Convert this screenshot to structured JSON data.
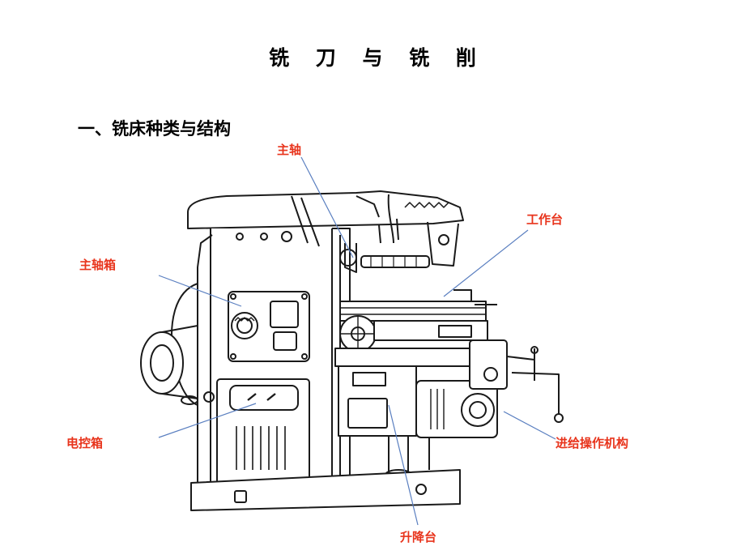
{
  "page": {
    "title": "铣 刀 与 铣 削",
    "section_heading": "一、铣床种类与结构"
  },
  "labels": {
    "spindle": "主轴",
    "worktable": "工作台",
    "spindle_box": "主轴箱",
    "electric_box": "电控箱",
    "feed_mechanism": "进给操作机构",
    "lifting_table": "升降台"
  },
  "colors": {
    "label": "#e8341c",
    "leader_line": "#5a7fc0",
    "drawing": "#1a1a1a"
  }
}
